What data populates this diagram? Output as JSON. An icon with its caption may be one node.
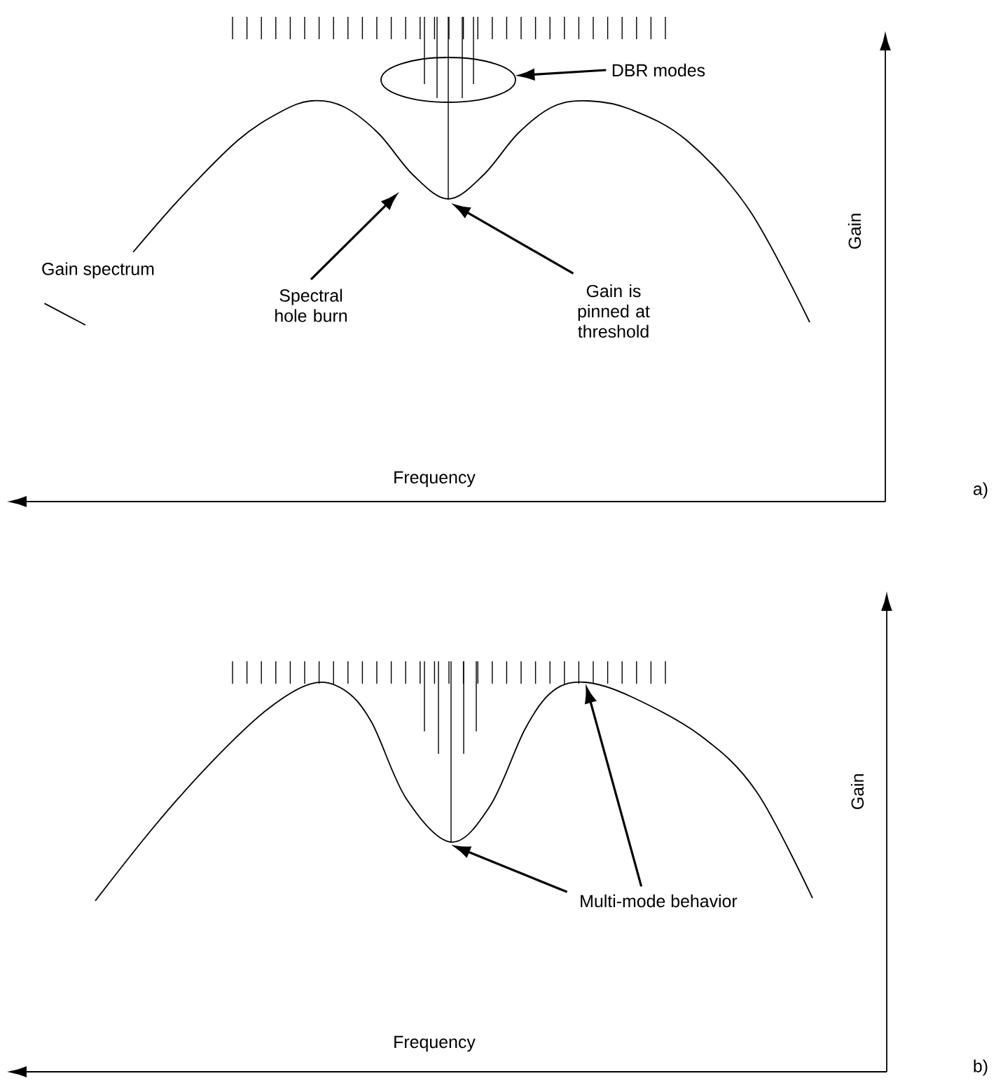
{
  "diagram": {
    "nodes": [
      {
        "text": [
          "DBR modes"
        ]
      },
      {
        "text": [],
        "shape": "ellipse"
      },
      {
        "text": [
          "Gain spectrum"
        ]
      },
      {
        "text": [
          "Spectral hole burn"
        ]
      },
      {
        "text": [
          "Gain is pinned at threshold"
        ]
      },
      {
        "text": [
          "Multi-mode behavior"
        ]
      }
    ],
    "edges": [
      {
        "from": 0,
        "to": 1,
        "arrow": "to"
      },
      {
        "from": 2,
        "to": null,
        "arrow": "none"
      },
      {
        "from": 3,
        "to": null,
        "arrow": "to"
      },
      {
        "from": 4,
        "to": null,
        "arrow": "to"
      },
      {
        "from": 5,
        "to": null,
        "arrow": "to"
      },
      {
        "from": 5,
        "to": null,
        "arrow": "to"
      }
    ],
    "labels": [
      "Gain",
      "Frequency",
      "a)",
      "Gain",
      "Frequency",
      "b)"
    ]
  }
}
